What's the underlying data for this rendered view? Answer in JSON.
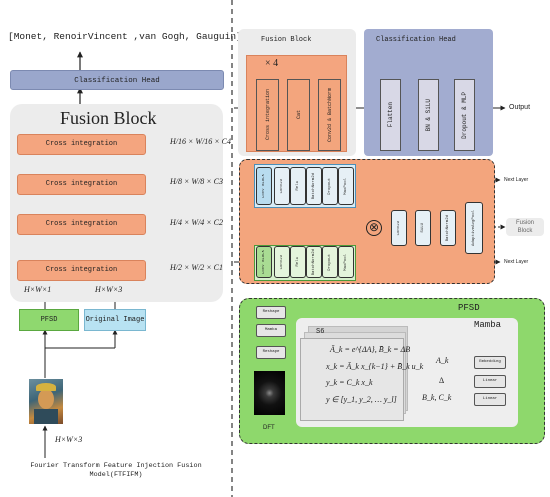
{
  "left": {
    "label_list": "[Monet, RenoirVincent ,van Gogh, Gauguin]",
    "classification_head": "Classification Head",
    "fusion_block_title": "Fusion Block",
    "cross_integration": "Cross integration",
    "dims": [
      "H/16 × W/16 × C4",
      "H/8 × W/8 × C3",
      "H/4 × W/4 × C2",
      "H/2 × W/2 × C1"
    ],
    "input_dim_a": "H×W×1",
    "input_dim_b": "H×W×3",
    "pfsd": "PFSD",
    "original_image": "Original Image",
    "image_dim": "H×W×3",
    "caption_line1": "Fourier Transform Feature Injection Fusion",
    "caption_line2": "Model(FTFIFM)"
  },
  "top_right": {
    "fusion_block_title": "Fusion Block",
    "times4": "× 4",
    "blocks": [
      "Cross integration",
      "Cat",
      "Conv2d & BatchNorm"
    ],
    "classification_head_title": "Classification Head",
    "head_blocks": [
      "Flatten",
      "BN & SiLU",
      "Dropout & MLP"
    ],
    "output": "Output"
  },
  "middle_right": {
    "conv_block": "Conv BLOCK",
    "tiles": [
      "Conv2D",
      "Relu",
      "BatchNorm2d",
      "Dropout",
      "MaxPool"
    ],
    "after_tiles": [
      "Conv2D",
      "SiLU",
      "BatchNorm2d"
    ],
    "adaptive": "AdaptiveAvgPool",
    "next_layer_top": "Next Layer",
    "next_layer_bottom": "Next Layer",
    "fusion_block": "Fusion Block",
    "multiply": "⊗"
  },
  "pfsd_panel": {
    "title": "PFSD",
    "mamba": "Mamba",
    "s6": "S6",
    "reshape_top": "Reshape",
    "mamba_btn": "Mamba",
    "reshape_bottom": "Reshape",
    "dft": "DFT",
    "eq1": "Ā_k = e^{ΔA}, B̄_k = ΔB",
    "eq2": "x_k = Ā_k x_{k−1} + B̄_k u_k",
    "eq3": "y_k = C_k x_k",
    "eq4": "y ∈ [y_1, y_2, … y_l]",
    "right_labels": [
      "A_k",
      "Δ",
      "B_k, C_k"
    ],
    "right_btns": [
      "Embedding",
      "Linear",
      "Linear"
    ]
  }
}
